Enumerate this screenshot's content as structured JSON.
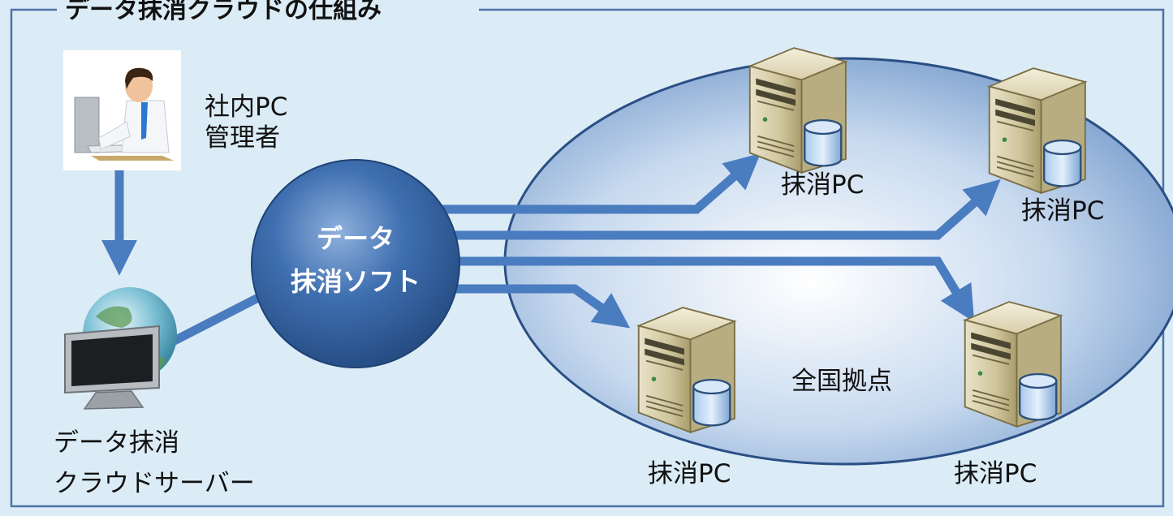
{
  "title": "データ抹消クラウドの仕組み",
  "admin": {
    "line1": "社内PC",
    "line2": "管理者"
  },
  "server": {
    "line1": "データ抹消",
    "line2": "クラウドサーバー"
  },
  "software": {
    "line1": "データ",
    "line2": "抹消ソフト"
  },
  "region_label": "全国拠点",
  "pcs": [
    {
      "label": "抹消PC"
    },
    {
      "label": "抹消PC"
    },
    {
      "label": "抹消PC"
    },
    {
      "label": "抹消PC"
    }
  ],
  "colors": {
    "background": "#dcecf6",
    "frame": "#4e73a8",
    "arrow": "#4a7cc0",
    "software_circle": "#2f5e9c",
    "ellipse": "#9db8dc"
  }
}
